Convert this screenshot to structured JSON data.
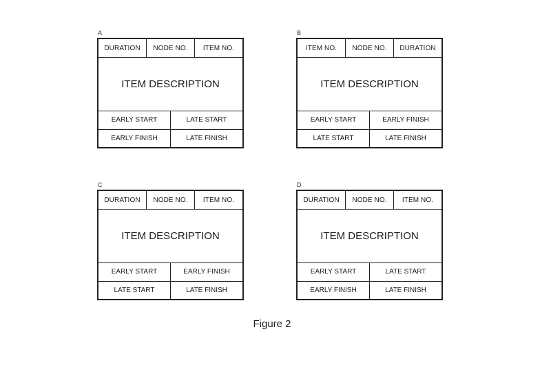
{
  "panels": [
    {
      "letter": "A",
      "top": [
        "DURATION",
        "NODE NO.",
        "ITEM NO."
      ],
      "description": "ITEM DESCRIPTION",
      "rows": [
        [
          "EARLY START",
          "LATE START"
        ],
        [
          "EARLY FINISH",
          "LATE FINISH"
        ]
      ]
    },
    {
      "letter": "B",
      "top": [
        "ITEM NO.",
        "NODE NO.",
        "DURATION"
      ],
      "description": "ITEM DESCRIPTION",
      "rows": [
        [
          "EARLY START",
          "EARLY FINISH"
        ],
        [
          "LATE START",
          "LATE FINISH"
        ]
      ]
    },
    {
      "letter": "C",
      "top": [
        "DURATION",
        "NODE NO.",
        "ITEM NO."
      ],
      "description": "ITEM DESCRIPTION",
      "rows": [
        [
          "EARLY START",
          "EARLY FINISH"
        ],
        [
          "LATE START",
          "LATE FINISH"
        ]
      ]
    },
    {
      "letter": "D",
      "top": [
        "DURATION",
        "NODE NO.",
        "ITEM NO."
      ],
      "description": "ITEM DESCRIPTION",
      "rows": [
        [
          "EARLY START",
          "LATE START"
        ],
        [
          "EARLY FINISH",
          "LATE FINISH"
        ]
      ]
    }
  ],
  "caption": "Figure 2"
}
